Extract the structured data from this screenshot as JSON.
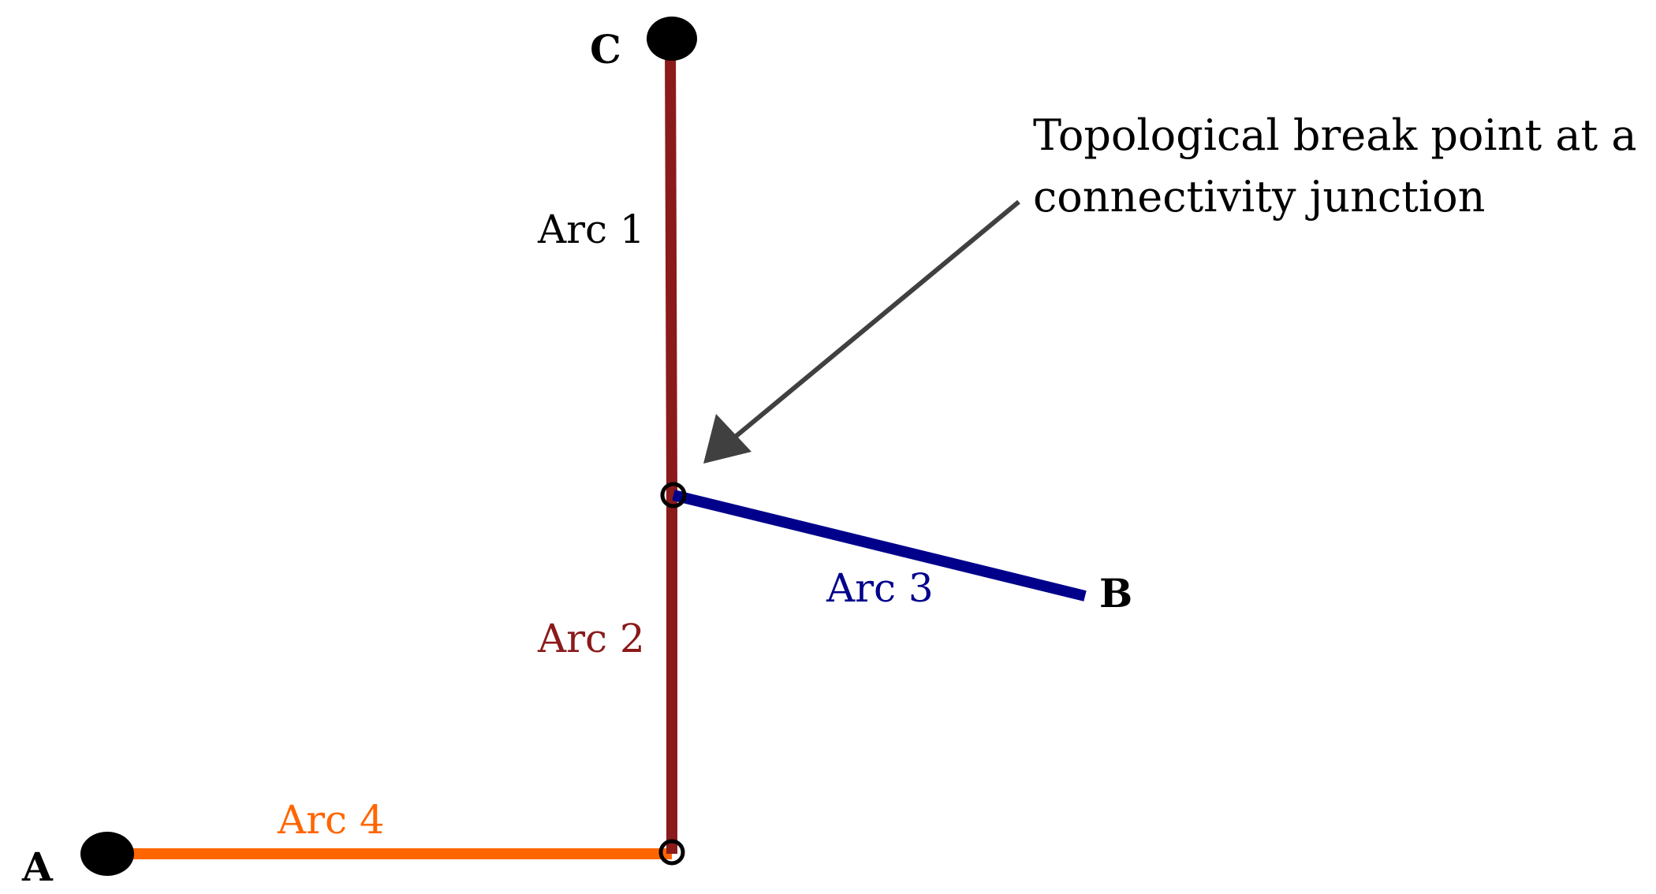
{
  "nodes": {
    "A": {
      "label": "A"
    },
    "B": {
      "label": "B"
    },
    "C": {
      "label": "C"
    }
  },
  "arcs": {
    "arc1": {
      "label": "Arc 1",
      "color": "#000000",
      "line_color": "#8b1a1a"
    },
    "arc2": {
      "label": "Arc 2",
      "color": "#8b1a1a",
      "line_color": "#8b1a1a"
    },
    "arc3": {
      "label": "Arc 3",
      "color": "#00008b",
      "line_color": "#00008b"
    },
    "arc4": {
      "label": "Arc 4",
      "color": "#ff6600",
      "line_color": "#ff6600"
    }
  },
  "annotation": {
    "line1": "Topological break point at a",
    "line2": "connectivity junction",
    "arrow_color": "#404040"
  }
}
